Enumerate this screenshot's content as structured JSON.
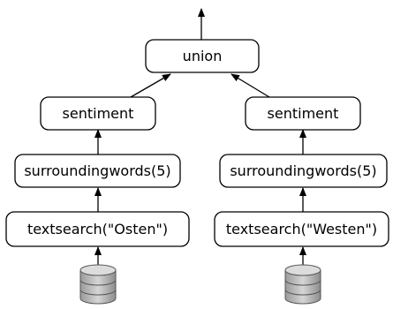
{
  "diagram": {
    "nodes": {
      "union": "union",
      "sentiment_left": "sentiment",
      "sentiment_right": "sentiment",
      "surrounding_left": "surroundingwords(5)",
      "surrounding_right": "surroundingwords(5)",
      "textsearch_left": "textsearch(\"Osten\")",
      "textsearch_right": "textsearch(\"Westen\")"
    },
    "icons": {
      "source_left": "database-icon",
      "source_right": "database-icon"
    },
    "colors": {
      "stroke": "#000000",
      "node_fill": "#ffffff",
      "db_body": "#b9b9b9",
      "db_top": "#dcdcdc"
    }
  }
}
